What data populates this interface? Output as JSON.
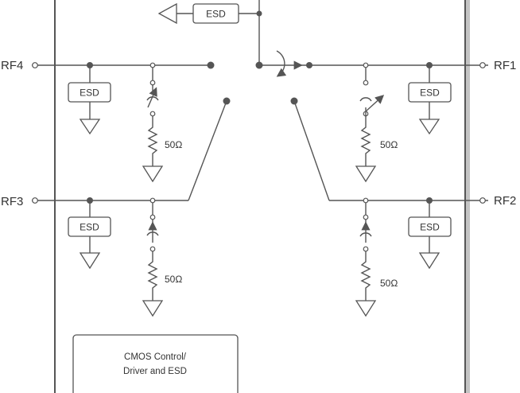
{
  "ports": {
    "rf1": "RF1",
    "rf2": "RF2",
    "rf3": "RF3",
    "rf4": "RF4"
  },
  "blocks": {
    "esd": "ESD",
    "termination": "50Ω",
    "cmos_line1": "CMOS Control/",
    "cmos_line2": "Driver and ESD"
  },
  "colors": {
    "line": "#555555",
    "text": "#333333",
    "shadow": "#bdbdbd"
  },
  "icons": [
    "switch-arrow-icon",
    "ground-icon",
    "resistor-icon",
    "buffer-icon"
  ]
}
